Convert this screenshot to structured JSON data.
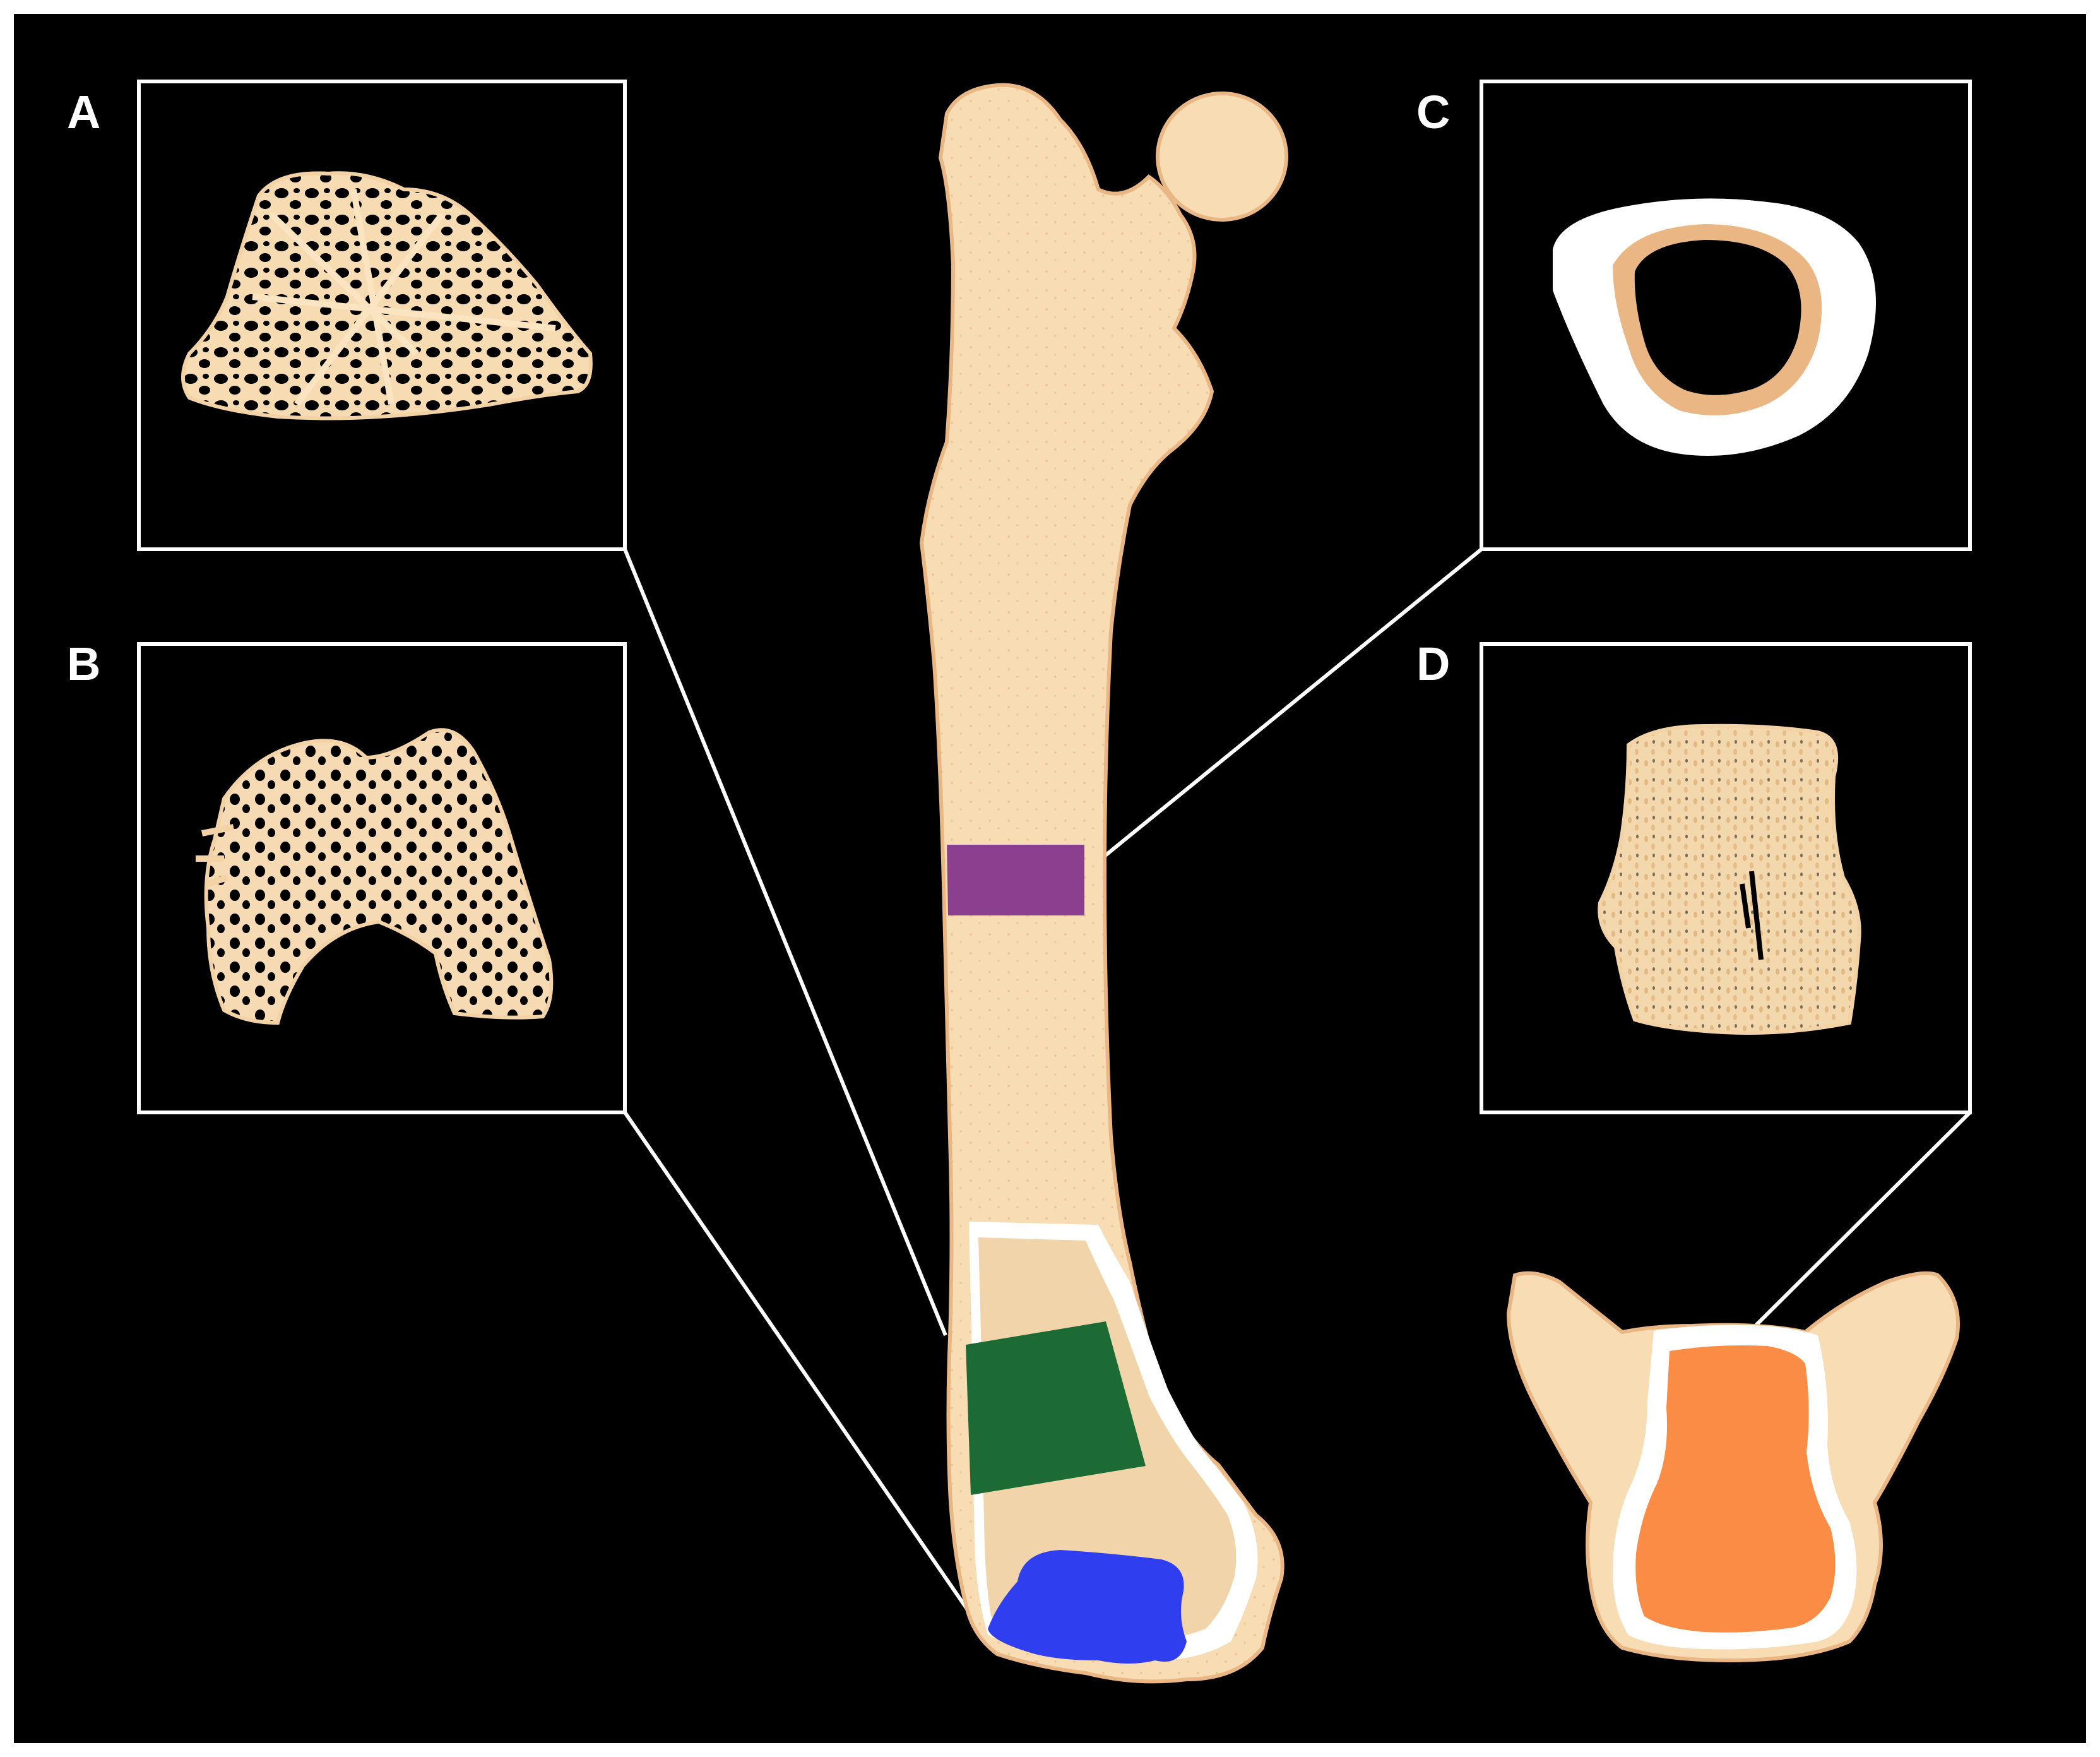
{
  "figure": {
    "background_color": "#000000",
    "frame_color": "#ffffff",
    "bone_color": "#f8dcb4",
    "bone_shade_color": "#eab784",
    "panels": [
      {
        "id": "A",
        "label": "A",
        "content": "trabecular-structure"
      },
      {
        "id": "B",
        "label": "B",
        "content": "trabecular-structure"
      },
      {
        "id": "C",
        "label": "C",
        "content": "cortical-ring-cross-section"
      },
      {
        "id": "D",
        "label": "D",
        "content": "trabecular-structure"
      }
    ],
    "regions": [
      {
        "name": "midshaft-band",
        "color": "#8b3f8f",
        "panel": "C"
      },
      {
        "name": "distal-metaphysis",
        "color": "#1c6b34",
        "panel": "A"
      },
      {
        "name": "distal-epiphysis",
        "color": "#2f3ff0",
        "panel": "B"
      },
      {
        "name": "condyle-region",
        "color": "#fb8c45",
        "panel": "D"
      }
    ]
  }
}
